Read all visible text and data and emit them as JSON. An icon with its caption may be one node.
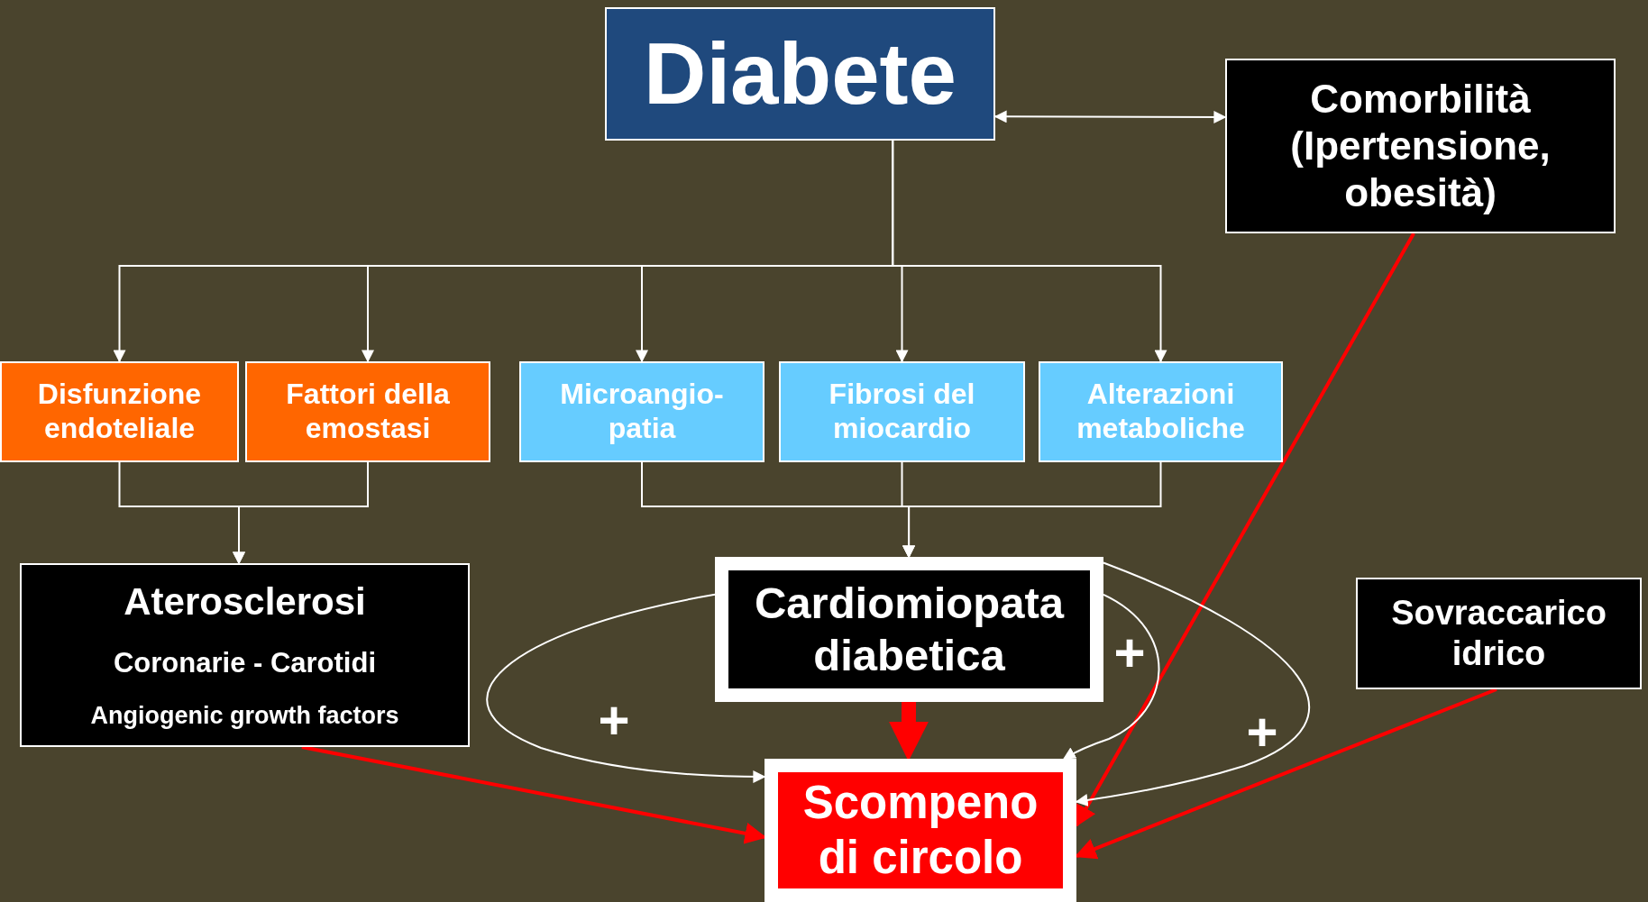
{
  "diagram": {
    "nodes": [
      {
        "text": [
          "Diabete"
        ]
      },
      {
        "text": [
          "Comorbilità (Ipertensione, obesità)"
        ]
      },
      {
        "text": [
          "Disfunzione endoteliale"
        ]
      },
      {
        "text": [
          "Fattori della emostasi"
        ]
      },
      {
        "text": [
          "Microangio- patia"
        ]
      },
      {
        "text": [
          "Fibrosi del miocardio"
        ]
      },
      {
        "text": [
          "Alterazioni metaboliche"
        ]
      },
      {
        "text": [
          "Aterosclerosi",
          "Coronarie - Carotidi",
          "Angiogenic growth factors"
        ]
      },
      {
        "text": [
          "Cardiomiopata diabetica"
        ]
      },
      {
        "text": [
          "Sovraccarico idrico"
        ]
      },
      {
        "text": [
          "Scompeno di circolo"
        ]
      }
    ],
    "edges": [
      {
        "from": 0,
        "to": 1,
        "arrow": "both"
      },
      {
        "from": 0,
        "to": 2,
        "arrow": "to"
      },
      {
        "from": 0,
        "to": 3,
        "arrow": "to"
      },
      {
        "from": 0,
        "to": 4,
        "arrow": "to"
      },
      {
        "from": 0,
        "to": 5,
        "arrow": "to"
      },
      {
        "from": 0,
        "to": 6,
        "arrow": "to"
      },
      {
        "from": 2,
        "to": 7,
        "arrow": "to"
      },
      {
        "from": 3,
        "to": 7,
        "arrow": "to"
      },
      {
        "from": 4,
        "to": 8,
        "arrow": "to"
      },
      {
        "from": 5,
        "to": 8,
        "arrow": "to"
      },
      {
        "from": 6,
        "to": 8,
        "arrow": "to"
      },
      {
        "from": 8,
        "to": 10,
        "arrow": "to",
        "style": "thick",
        "color": "#ff0000"
      },
      {
        "from": 7,
        "to": 10,
        "arrow": "to",
        "color": "#ff0000"
      },
      {
        "from": 1,
        "to": 10,
        "arrow": "to",
        "color": "#ff0000"
      },
      {
        "from": 9,
        "to": 10,
        "arrow": "to",
        "color": "#ff0000"
      },
      {
        "from": 8,
        "to": 10,
        "arrow": "to",
        "label": "+"
      },
      {
        "from": 8,
        "to": 10,
        "arrow": "to",
        "label": "+"
      },
      {
        "from": 8,
        "to": 10,
        "arrow": "to",
        "label": "+"
      }
    ]
  }
}
